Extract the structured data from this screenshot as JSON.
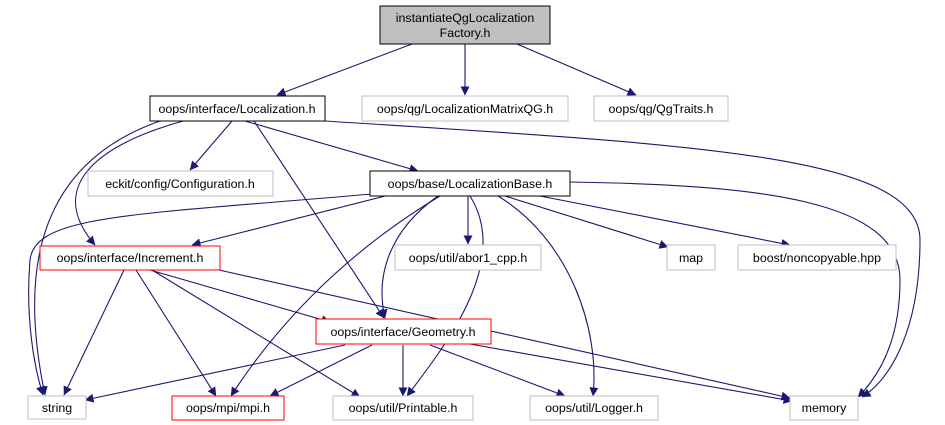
{
  "nodes": [
    {
      "id": "root",
      "label": "instantiateQgLocalization",
      "label2": "Factory.h",
      "kind": "root"
    },
    {
      "id": "loc",
      "label": "oops/interface/Localization.h",
      "kind": "documented"
    },
    {
      "id": "lmqg",
      "label": "oops/qg/LocalizationMatrixQG.h",
      "kind": "external"
    },
    {
      "id": "qgtraits",
      "label": "oops/qg/QgTraits.h",
      "kind": "external"
    },
    {
      "id": "conf",
      "label": "eckit/config/Configuration.h",
      "kind": "external"
    },
    {
      "id": "locbase",
      "label": "oops/base/LocalizationBase.h",
      "kind": "documented"
    },
    {
      "id": "incr",
      "label": "oops/interface/Increment.h",
      "kind": "truncated"
    },
    {
      "id": "abor",
      "label": "oops/util/abor1_cpp.h",
      "kind": "external"
    },
    {
      "id": "map",
      "label": "map",
      "kind": "external"
    },
    {
      "id": "boost",
      "label": "boost/noncopyable.hpp",
      "kind": "external"
    },
    {
      "id": "geom",
      "label": "oops/interface/Geometry.h",
      "kind": "truncated"
    },
    {
      "id": "string",
      "label": "string",
      "kind": "external"
    },
    {
      "id": "mpi",
      "label": "oops/mpi/mpi.h",
      "kind": "truncated"
    },
    {
      "id": "printable",
      "label": "oops/util/Printable.h",
      "kind": "external"
    },
    {
      "id": "logger",
      "label": "oops/util/Logger.h",
      "kind": "external"
    },
    {
      "id": "memory",
      "label": "memory",
      "kind": "external"
    }
  ],
  "edges": [
    [
      "root",
      "loc"
    ],
    [
      "root",
      "lmqg"
    ],
    [
      "root",
      "qgtraits"
    ],
    [
      "loc",
      "conf"
    ],
    [
      "loc",
      "locbase"
    ],
    [
      "loc",
      "incr"
    ],
    [
      "loc",
      "geom"
    ],
    [
      "loc",
      "string"
    ],
    [
      "loc",
      "memory"
    ],
    [
      "locbase",
      "incr"
    ],
    [
      "locbase",
      "abor"
    ],
    [
      "locbase",
      "map"
    ],
    [
      "locbase",
      "boost"
    ],
    [
      "locbase",
      "geom"
    ],
    [
      "locbase",
      "string"
    ],
    [
      "locbase",
      "mpi"
    ],
    [
      "locbase",
      "printable"
    ],
    [
      "locbase",
      "logger"
    ],
    [
      "locbase",
      "memory"
    ],
    [
      "incr",
      "geom"
    ],
    [
      "incr",
      "string"
    ],
    [
      "incr",
      "mpi"
    ],
    [
      "incr",
      "printable"
    ],
    [
      "incr",
      "memory"
    ],
    [
      "geom",
      "string"
    ],
    [
      "geom",
      "mpi"
    ],
    [
      "geom",
      "printable"
    ],
    [
      "geom",
      "logger"
    ],
    [
      "geom",
      "memory"
    ]
  ],
  "colors": {
    "edge": "#191970",
    "root_fill": "#bfbfbf",
    "root_border": "#000000",
    "documented_border": "#000000",
    "truncated_border": "#ff0000",
    "external_border": "#bfbfbf",
    "node_fill": "#ffffff"
  }
}
